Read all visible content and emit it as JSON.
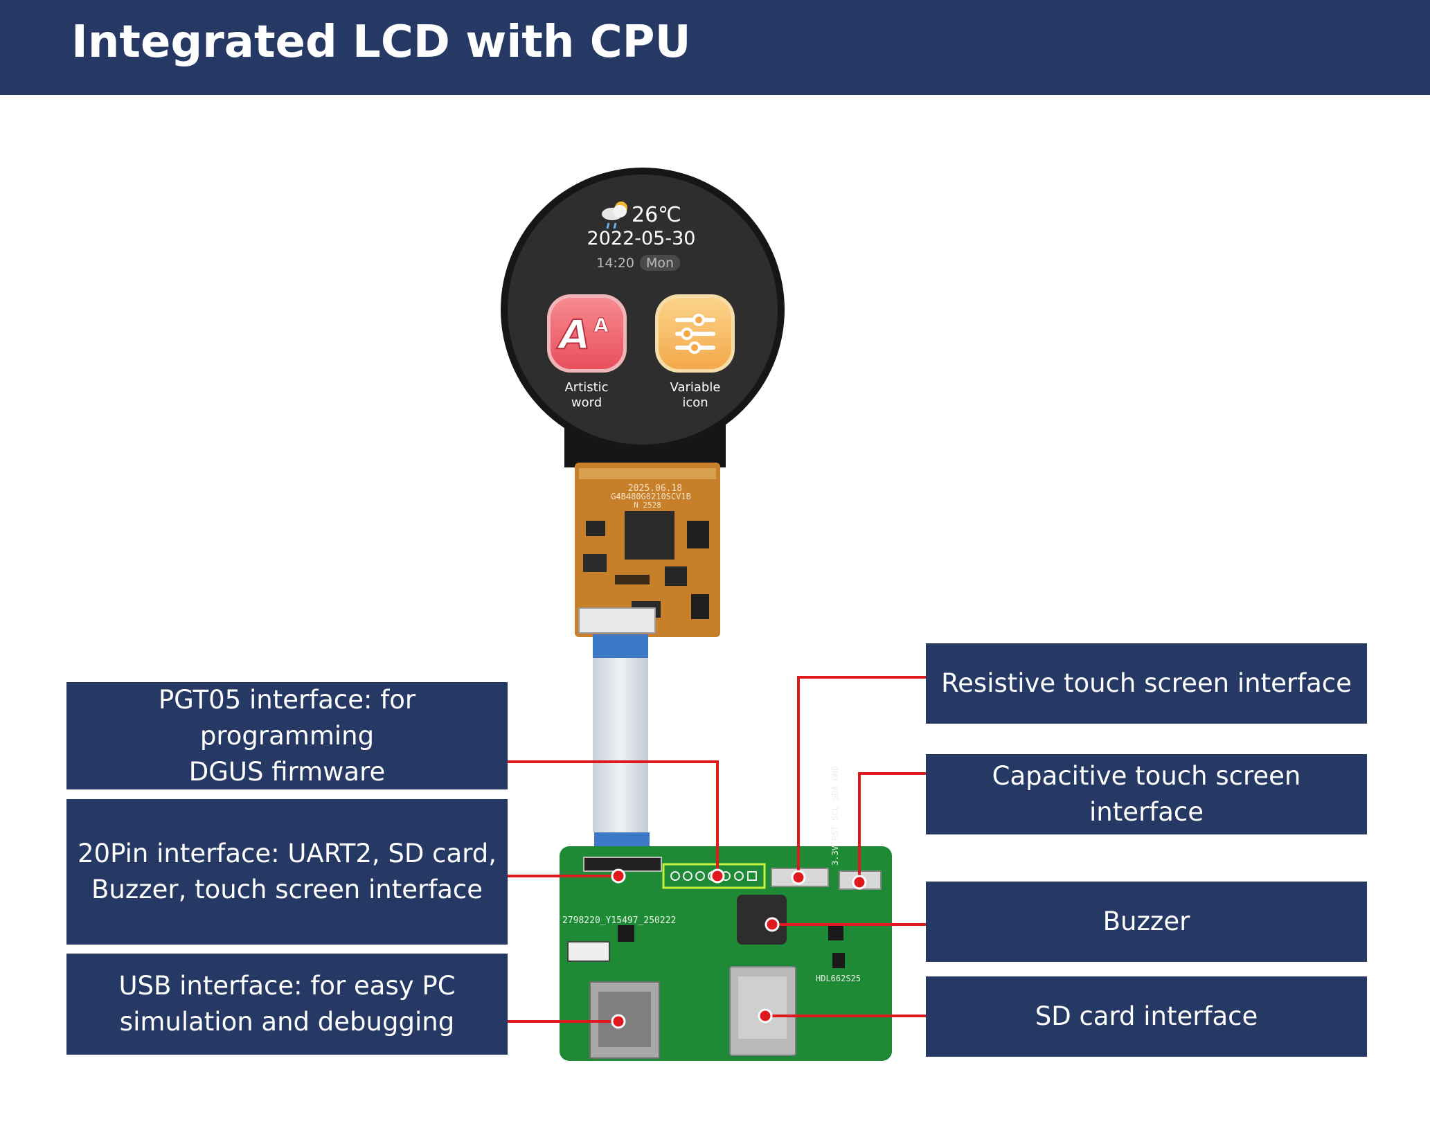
{
  "header": {
    "title": "Integrated LCD with CPU"
  },
  "screen": {
    "temperature": "26℃",
    "date": "2022-05-30",
    "time": "14:20",
    "weekday": "Mon",
    "apps": [
      {
        "line1": "Artistic",
        "line2": "word",
        "icon": "artistic-word-icon"
      },
      {
        "line1": "Variable",
        "line2": "icon",
        "icon": "variable-icon"
      }
    ]
  },
  "fpc_marking": {
    "line1": "2025.06.18",
    "line2": "G4B480G0210SCV1B",
    "line3": "N 2528"
  },
  "board_marking": {
    "left": "2798220_Y15497_250222",
    "right": "HDL662S25",
    "pins": "3.3V RST SCL SDA GND"
  },
  "labels_left": [
    {
      "line1": "PGT05 interface: for programming",
      "line2": "DGUS firmware"
    },
    {
      "line1": "20Pin interface: UART2, SD card,",
      "line2": "Buzzer, touch screen interface"
    },
    {
      "line1": "USB interface: for easy PC",
      "line2": "simulation and debugging"
    }
  ],
  "labels_right": [
    {
      "text": "Resistive touch screen interface"
    },
    {
      "text": "Capacitive touch screen interface"
    },
    {
      "text": "Buzzer"
    },
    {
      "text": "SD card interface"
    }
  ],
  "colors": {
    "navy": "#263864",
    "callout_red": "#e0191e",
    "pcb_green": "#1f8a35",
    "fpc_orange": "#c87f2a"
  }
}
